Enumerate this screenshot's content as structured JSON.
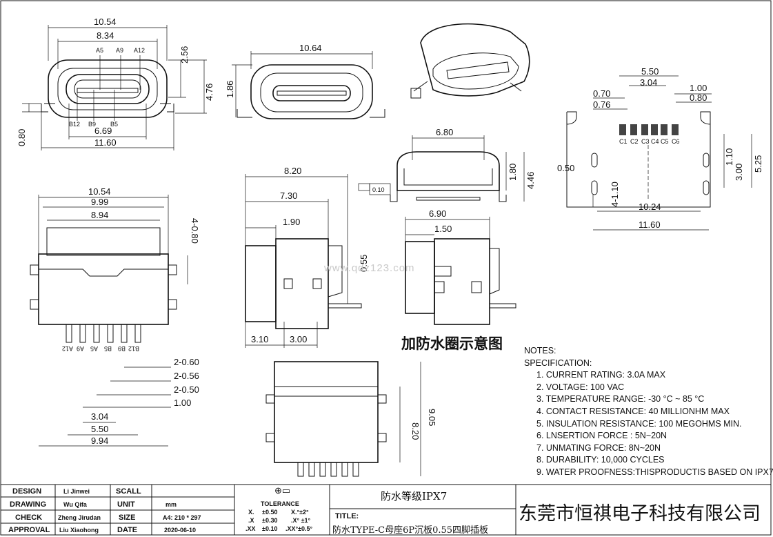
{
  "front_view": {
    "dims": [
      "10.54",
      "8.34",
      "2.56",
      "4.76",
      "0.80",
      "6.69",
      "11.60"
    ],
    "pins_top": [
      "A5",
      "A9",
      "A12"
    ],
    "pins_bottom": [
      "B12",
      "B9",
      "B5"
    ]
  },
  "end_view": {
    "dims": [
      "10.64",
      "1.86"
    ]
  },
  "layout_view": {
    "dims": [
      "5.50",
      "3.04",
      "0.70",
      "1.00",
      "0.76",
      "0.80",
      "0.50",
      "1.10",
      "5.25",
      "3.00",
      "4-1.10",
      "10.24",
      "11.60"
    ],
    "contacts": [
      "C1",
      "C2",
      "C3",
      "C4",
      "C5",
      "C6"
    ]
  },
  "top_view": {
    "dims": [
      "10.54",
      "9.99",
      "8.94",
      "4-0.80",
      "2-0.60",
      "2-0.56",
      "2-0.50",
      "1.00",
      "3.04",
      "5.50",
      "9.94"
    ],
    "pins": [
      "A12",
      "A9",
      "A5",
      "B5",
      "B9",
      "B12"
    ]
  },
  "side_view": {
    "dims": [
      "8.20",
      "7.30",
      "1.90",
      "0.55",
      "3.10",
      "3.00"
    ]
  },
  "front_small_view": {
    "dims": [
      "6.80",
      "1.80",
      "4.46",
      "0.10"
    ]
  },
  "side_view_2": {
    "dims": [
      "6.90",
      "1.50"
    ]
  },
  "bottom_view": {
    "dims": [
      "8.20",
      "9.05"
    ]
  },
  "feature_title": "加防水圈示意图",
  "watermark": "www.qdz123.com",
  "notes": {
    "header": "NOTES:",
    "subheader": "SPECIFICATION:",
    "items": [
      "1. CURRENT RATING: 3.0A MAX",
      "2. VOLTAGE: 100 VAC",
      "3. TEMPERATURE RANGE: -30 °C ~ 85 °C",
      "4. CONTACT RESISTANCE: 40 MILLIONHM MAX",
      "5. INSULATION RESISTANCE: 100 MEGOHMS MIN.",
      "6.  LNSERTION  FORCE  :  5N~20N",
      "7.  UNMATING  FORCE:  8N~20N",
      "8.  DURABILITY:    10,000  CYCLES",
      "9. WATER PROOFNESS:THISPRODUCTIS BASED ON IPX7."
    ]
  },
  "title_block": {
    "rows": [
      {
        "label": "DESIGN",
        "name": "Li Jinwei",
        "field": "SCALL",
        "value": ""
      },
      {
        "label": "DRAWING",
        "name": "Wu Qifa",
        "field": "UNIT",
        "value": "mm"
      },
      {
        "label": "CHECK",
        "name": "Zheng Jirudan",
        "field": "SIZE",
        "value": "A4: 210 * 297"
      },
      {
        "label": "APPROVAL",
        "name": "Liu Xiaohong",
        "field": "DATE",
        "value": "2020-06-10"
      }
    ],
    "tolerance_label": "TOLERANCE",
    "tolerances": [
      {
        "a": "X.",
        "b": "±0.50",
        "c": "X.°±2°"
      },
      {
        "a": ".X",
        "b": "±0.30",
        "c": ".X° ±1°"
      },
      {
        "a": ".XX",
        "b": "±0.10",
        "c": ".XX°±0.5°"
      }
    ],
    "rating": "防水等级IPX7",
    "title_label": "TITLE:",
    "title": "防水TYPE-C母座6P沉板0.55四脚插板",
    "company": "东莞市恒祺电子科技有限公司"
  }
}
